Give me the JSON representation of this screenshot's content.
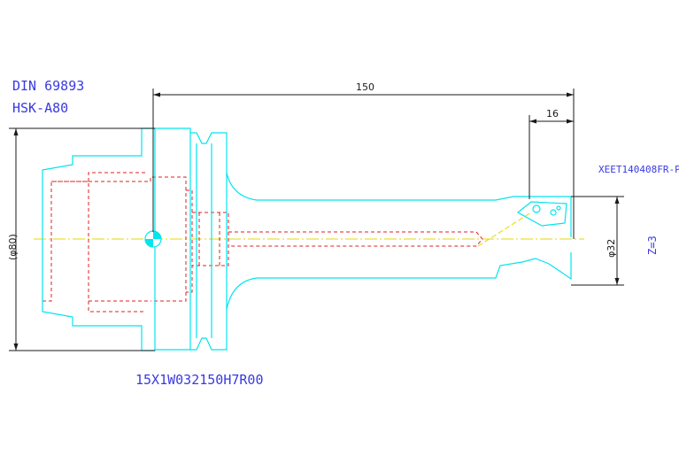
{
  "standard": {
    "line1": "DIN 69893",
    "line2": "HSK-A80"
  },
  "dimensions": {
    "overall_length": "150",
    "insert_length": "16",
    "flange_diameter": "(φ80)",
    "bore_diameter": "φ32"
  },
  "insert_code": "XEET140408FR-P",
  "teeth_count": "Z=3",
  "part_number": "15X1W032150H7R00",
  "colors": {
    "outline": "#00e5ee",
    "hidden": "#e02020",
    "centerline": "#e6d800",
    "dimension": "#1a1a1a",
    "annotation": "#3a3ae0"
  }
}
